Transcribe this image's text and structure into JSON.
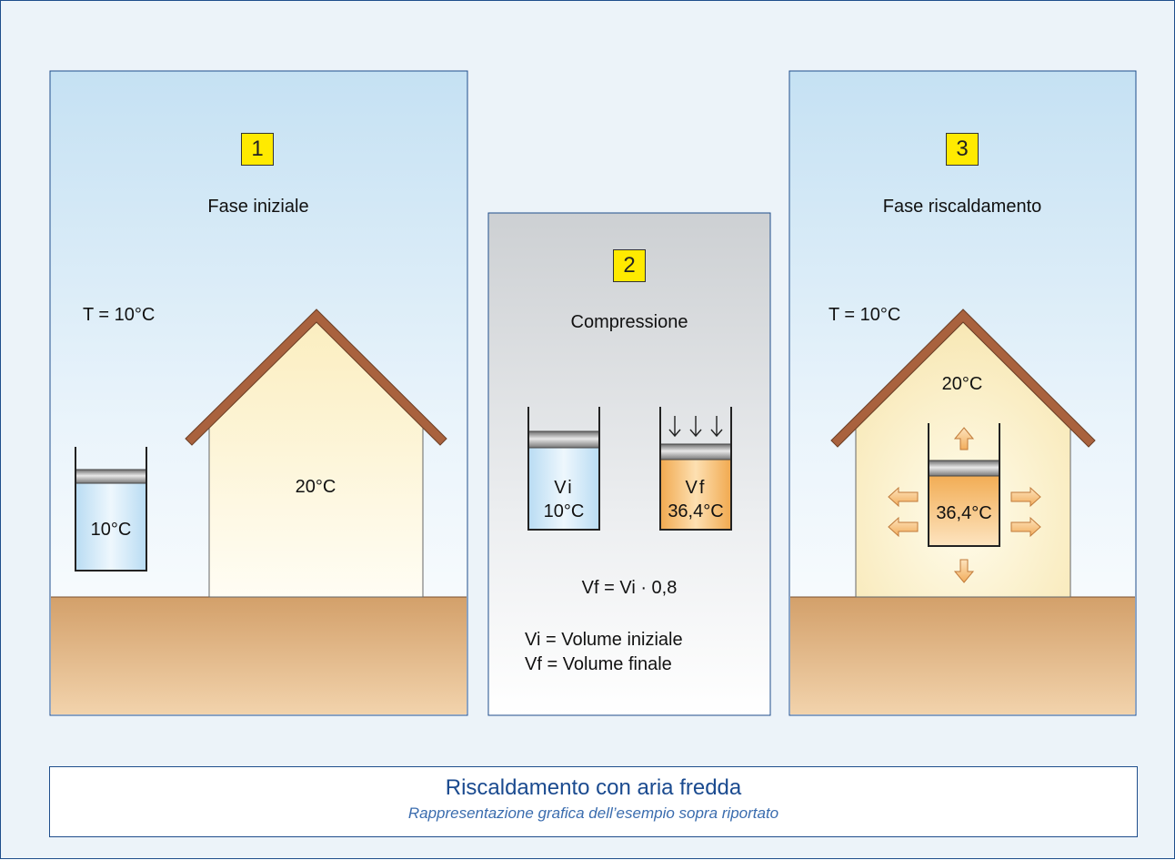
{
  "panel1": {
    "number": "1",
    "title": "Fase iniziale",
    "outside_temp": "T = 10°C",
    "house_temp": "20°C",
    "cylinder_temp": "10°C"
  },
  "panel2": {
    "number": "2",
    "title": "Compressione",
    "cyl_left_label": "Vi",
    "cyl_left_temp": "10°C",
    "cyl_right_label": "Vf",
    "cyl_right_temp": "36,4°C",
    "formula": "Vf = Vi · 0,8",
    "legend_vi": "Vi = Volume iniziale",
    "legend_vf": "Vf = Volume finale"
  },
  "panel3": {
    "number": "3",
    "title": "Fase riscaldamento",
    "outside_temp": "T = 10°C",
    "house_temp": "20°C",
    "cylinder_temp": "36,4°C"
  },
  "caption": {
    "title": "Riscaldamento con aria fredda",
    "subtitle": "Rappresentazione grafica dell’esempio sopra riportato"
  },
  "colors": {
    "frame_border": "#1f4e8c",
    "badge": "#ffea00",
    "roof": "#a9623e",
    "cold_fluid": "#cfe6f6",
    "hot_fluid": "#f3b35c",
    "ground": "#d4a269"
  }
}
